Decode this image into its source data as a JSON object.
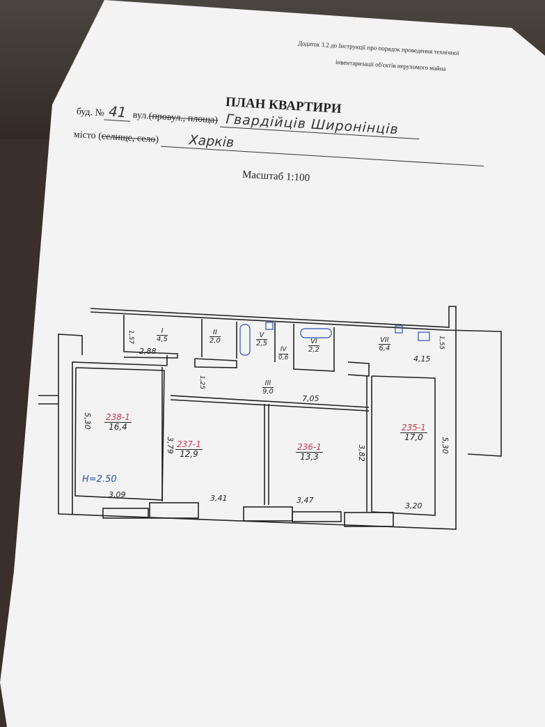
{
  "header": {
    "annex_line1": "Додаток 3.2 до Інструкції про порядок проведення технічної",
    "annex_line2": "інвентаризації об'єктів нерухомого майна"
  },
  "title": "ПЛАН КВАРТИРИ",
  "fields": {
    "building_label": "буд. №",
    "building_value": "41",
    "street_label": "вул.",
    "street_struck": "(провул., площа)",
    "street_value": "Гвардійців Широнінців",
    "city_label": "місто (",
    "city_struck": "селище, село",
    "city_close": ")",
    "city_value": "Харків"
  },
  "scale": "Масштаб 1:100",
  "plan": {
    "rooms": [
      {
        "id": "I",
        "area": "4,5"
      },
      {
        "id": "II",
        "area": "2,0"
      },
      {
        "id": "V",
        "area": "2,5"
      },
      {
        "id": "IV",
        "area": "0,6"
      },
      {
        "id": "VI",
        "area": "2,2"
      },
      {
        "id": "VII",
        "area": "6,4"
      },
      {
        "id": "III",
        "area": "9,0"
      },
      {
        "id": "238-1",
        "area": "16,4"
      },
      {
        "id": "237-1",
        "area": "12,9"
      },
      {
        "id": "236-1",
        "area": "13,3"
      },
      {
        "id": "235-1",
        "area": "17,0"
      }
    ],
    "dimensions": [
      "1,57",
      "2,88",
      "1,25",
      "7,05",
      "5,30",
      "3,79",
      "3,82",
      "5,30",
      "3,09",
      "3,41",
      "3,47",
      "3,20",
      "4,15",
      "1,55"
    ],
    "ceiling_height": "H=2.50",
    "colors": {
      "room_number": "#c8344a",
      "annotation": "#2a4fb0"
    }
  }
}
